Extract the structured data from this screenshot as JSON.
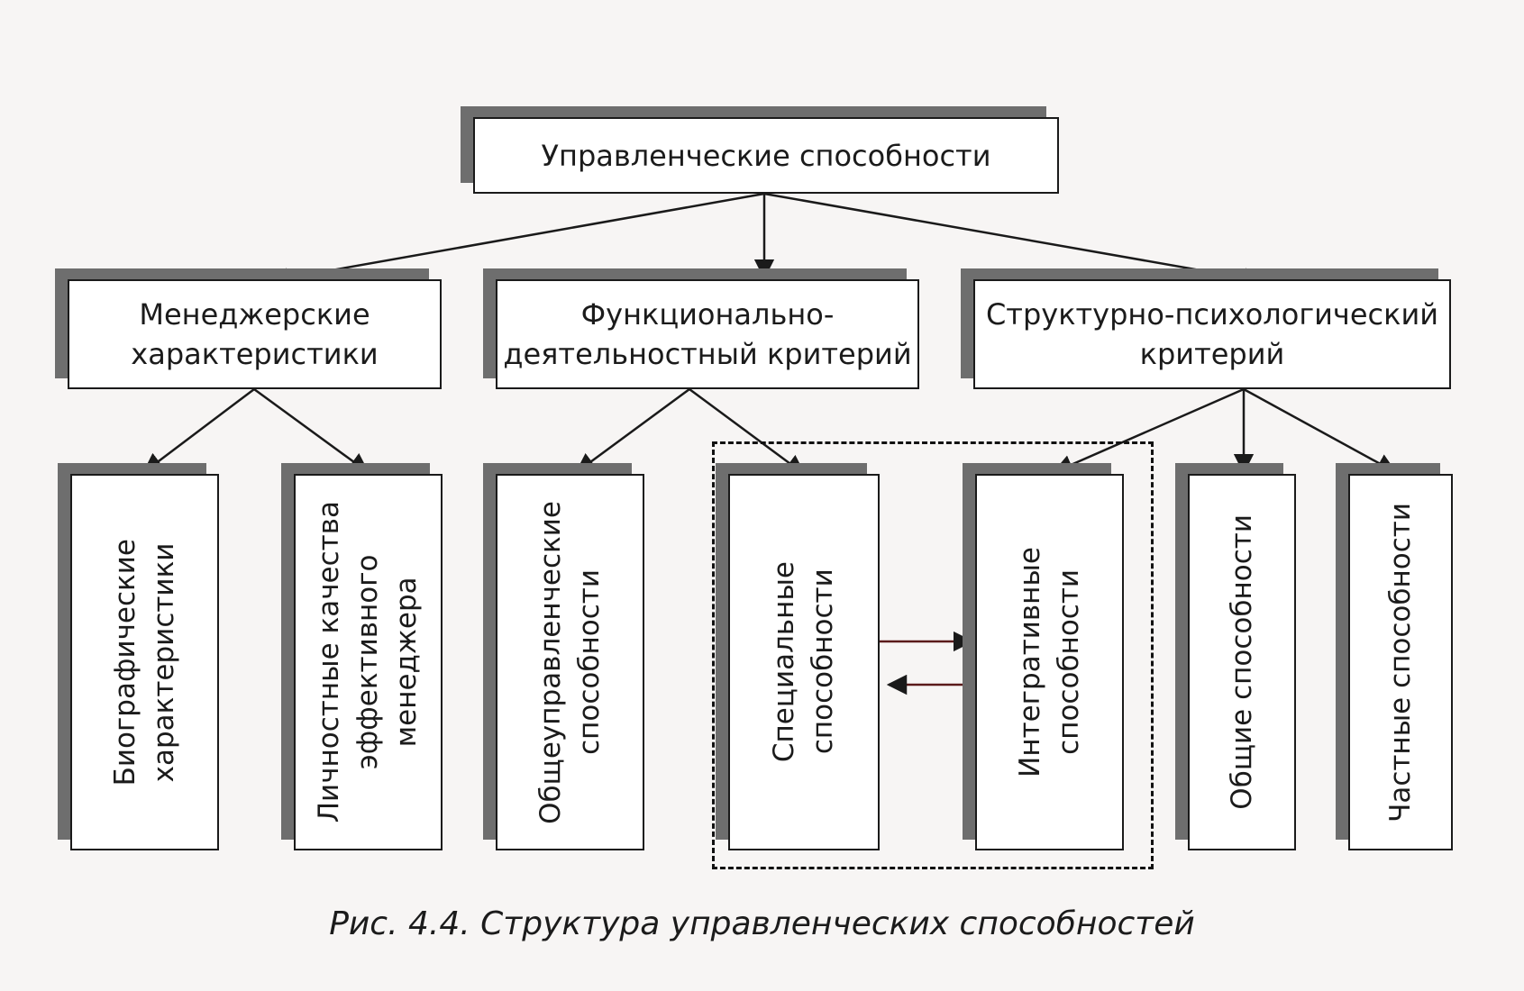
{
  "diagram": {
    "root": {
      "label": "Управленческие способности"
    },
    "level2": [
      {
        "line1": "Менеджерские",
        "line2": "характеристики"
      },
      {
        "line1": "Функционально-",
        "line2": "деятельностный критерий"
      },
      {
        "line1": "Структурно-психологический",
        "line2": "критерий"
      }
    ],
    "leaves": [
      {
        "line1": "Биографические",
        "line2": "характеристики",
        "line3": ""
      },
      {
        "line1": "Личностные качества",
        "line2": "эффективного",
        "line3": "менеджера"
      },
      {
        "line1": "Общеуправленческие",
        "line2": "способности",
        "line3": ""
      },
      {
        "line1": "Специальные",
        "line2": "способности",
        "line3": ""
      },
      {
        "line1": "Интегративные",
        "line2": "способности",
        "line3": ""
      },
      {
        "line1": "Общие способности",
        "line2": "",
        "line3": ""
      },
      {
        "line1": "Частные способности",
        "line2": "",
        "line3": ""
      }
    ]
  },
  "caption": "Рис. 4.4. Структура управленческих способностей",
  "colors": {
    "box_border": "#1a1a1a",
    "shadow": "#6e6e6e",
    "arrow": "#1a1a1a",
    "cross_arrow": "#5a1a1a"
  }
}
